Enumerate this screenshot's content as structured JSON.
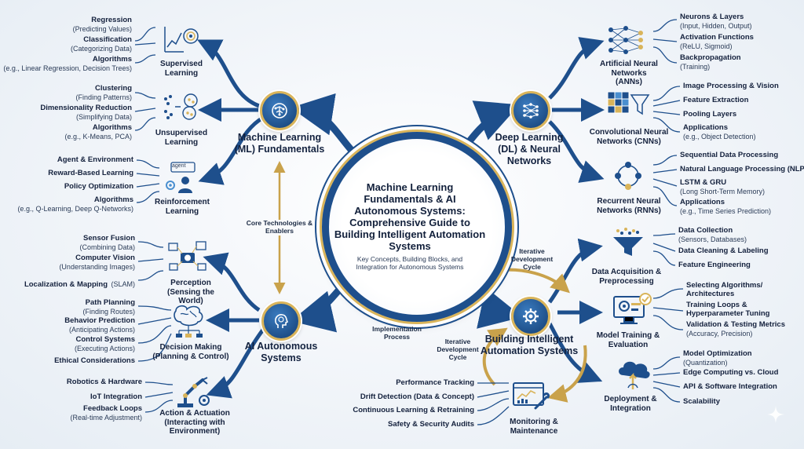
{
  "center": {
    "title": "Machine Learning Fundamentals & AI Autonomous Systems: Comprehensive Guide to Building Intelligent Automation Systems",
    "subtitle": "Key Concepts, Building Blocks, and Integration for Autonomous Systems"
  },
  "hubs": {
    "ml": "Machine Learning (ML) Fundamentals",
    "dl": "Deep Learning (DL) & Neural Networks",
    "ai": "AI Autonomous Systems",
    "build": "Building Intelligent Automation Systems"
  },
  "connectors": {
    "core": "Core Technologies & Enablers",
    "iter1": "Iterative Development Cycle",
    "impl": "Implementation Process",
    "iter2": "Iterative Development Cycle"
  },
  "categories": {
    "supervised": "Supervised Learning",
    "unsupervised": "Unsupervised Learning",
    "reinforcement": "Reinforcement Learning",
    "ann": "Artificial Neural Networks (ANNs)",
    "cnn": "Convolutional Neural Networks (CNNs)",
    "rnn": "Recurrent Neural Networks (RNNs)",
    "perception": "Perception",
    "perception_sub": "(Sensing the World)",
    "decision": "Decision Making",
    "decision_sub": "(Planning & Control)",
    "action": "Action & Actuation",
    "action_sub": "(Interacting with Environment)",
    "data_acq": "Data Acquisition & Preprocessing",
    "training": "Model Training & Evaluation",
    "deployment": "Deployment & Integration",
    "monitoring": "Monitoring & Maintenance"
  },
  "icon_labels": {
    "agent": "agent"
  },
  "leaves": {
    "sup": [
      {
        "b": "Regression",
        "s": "(Predicting Values)"
      },
      {
        "b": "Classification",
        "s": "(Categorizing Data)"
      },
      {
        "b": "Algorithms",
        "s": "(e.g., Linear Regression, Decision Trees)"
      }
    ],
    "unsup": [
      {
        "b": "Clustering",
        "s": "(Finding Patterns)"
      },
      {
        "b": "Dimensionality Reduction",
        "s": "(Simplifying Data)"
      },
      {
        "b": "Algorithms",
        "s": "(e.g., K-Means, PCA)"
      }
    ],
    "rl": [
      {
        "b": "Agent & Environment",
        "s": ""
      },
      {
        "b": "Reward-Based Learning",
        "s": ""
      },
      {
        "b": "Policy Optimization",
        "s": ""
      },
      {
        "b": "Algorithms",
        "s": "(e.g., Q-Learning, Deep Q-Networks)"
      }
    ],
    "perc": [
      {
        "b": "Sensor Fusion",
        "s": "(Combining Data)"
      },
      {
        "b": "Computer Vision",
        "s": "(Understanding Images)"
      },
      {
        "b": "Localization & Mapping",
        "s": "(SLAM)"
      }
    ],
    "dec": [
      {
        "b": "Path Planning",
        "s": "(Finding Routes)"
      },
      {
        "b": "Behavior Prediction",
        "s": "(Anticipating Actions)"
      },
      {
        "b": "Control Systems",
        "s": "(Executing Actions)"
      },
      {
        "b": "Ethical Considerations",
        "s": ""
      }
    ],
    "act": [
      {
        "b": "Robotics & Hardware",
        "s": ""
      },
      {
        "b": "IoT Integration",
        "s": ""
      },
      {
        "b": "Feedback Loops",
        "s": "(Real-time Adjustment)"
      }
    ],
    "ann": [
      {
        "b": "Neurons & Layers",
        "s": "(Input, Hidden, Output)"
      },
      {
        "b": "Activation Functions",
        "s": "(ReLU, Sigmoid)"
      },
      {
        "b": "Backpropagation",
        "s": "(Training)"
      }
    ],
    "cnn": [
      {
        "b": "Image Processing & Vision",
        "s": ""
      },
      {
        "b": "Feature Extraction",
        "s": ""
      },
      {
        "b": "Pooling Layers",
        "s": ""
      },
      {
        "b": "Applications",
        "s": "(e.g., Object Detection)"
      }
    ],
    "rnn": [
      {
        "b": "Sequential Data Processing",
        "s": ""
      },
      {
        "b": "Natural Language Processing (NLP)",
        "s": ""
      },
      {
        "b": "LSTM & GRU",
        "s": "(Long Short-Term Memory)"
      },
      {
        "b": "Applications",
        "s": "(e.g., Time Series Prediction)"
      }
    ],
    "dataacq": [
      {
        "b": "Data Collection",
        "s": "(Sensors, Databases)"
      },
      {
        "b": "Data Cleaning & Labeling",
        "s": ""
      },
      {
        "b": "Feature Engineering",
        "s": ""
      }
    ],
    "train": [
      {
        "b": "Selecting Algorithms/ Architectures",
        "s": ""
      },
      {
        "b": "Training Loops & Hyperparameter Tuning",
        "s": ""
      },
      {
        "b": "Validation & Testing Metrics",
        "s": "(Accuracy, Precision)"
      }
    ],
    "deploy": [
      {
        "b": "Model Optimization",
        "s": "(Quantization)"
      },
      {
        "b": "Edge Computing vs. Cloud",
        "s": ""
      },
      {
        "b": "API & Software Integration",
        "s": ""
      },
      {
        "b": "Scalability",
        "s": ""
      }
    ],
    "mon": [
      {
        "b": "Performance Tracking",
        "s": ""
      },
      {
        "b": "Drift Detection (Data & Concept)",
        "s": ""
      },
      {
        "b": "Continuous Learning & Retraining",
        "s": ""
      },
      {
        "b": "Safety & Security Audits",
        "s": ""
      }
    ]
  },
  "colors": {
    "navy": "#1e4f8c",
    "gold": "#d9b45a",
    "dark": "#14213d"
  }
}
